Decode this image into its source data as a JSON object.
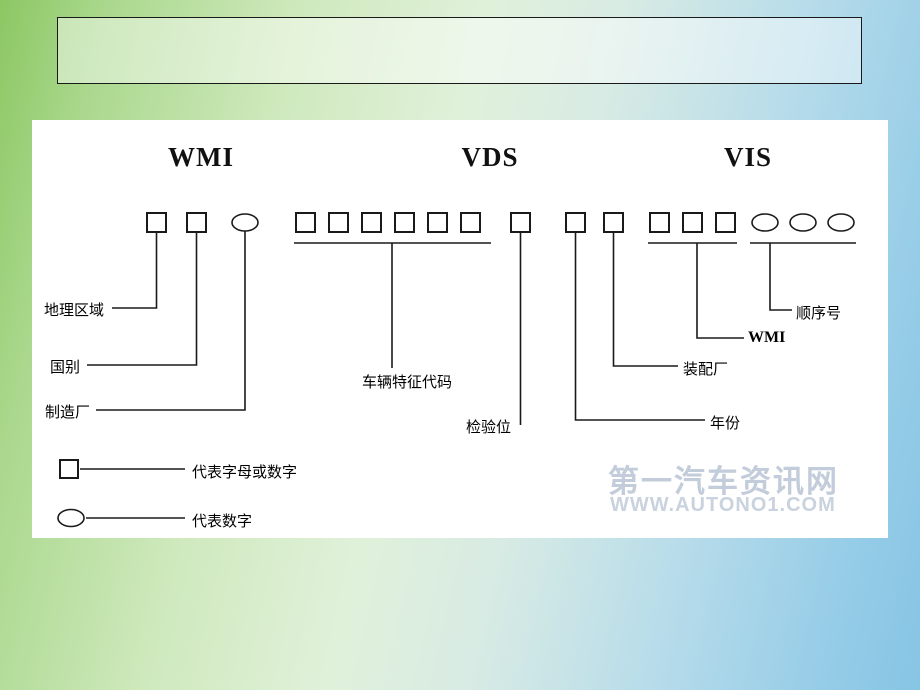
{
  "slide": {
    "title_text": ""
  },
  "diagram": {
    "headers": {
      "wmi": "WMI",
      "vds": "VDS",
      "vis": "VIS"
    },
    "labels": {
      "geographic_region": "地理区域",
      "country": "国别",
      "manufacturer": "制造厂",
      "vehicle_descriptor": "车辆特征代码",
      "check_digit": "检验位",
      "year": "年份",
      "assembly_plant": "装配厂",
      "wmi_extension": "WMI",
      "sequence_number": "顺序号"
    },
    "legend": {
      "square_meaning": "代表字母或数字",
      "oval_meaning": "代表数字"
    },
    "watermark": {
      "line1": "第一汽车资讯网",
      "line2": "WWW.AUTONO1.COM"
    }
  },
  "colors": {
    "line": "#1a1a1a",
    "panel": "#ffffff",
    "watermark": "#c3ccda"
  }
}
